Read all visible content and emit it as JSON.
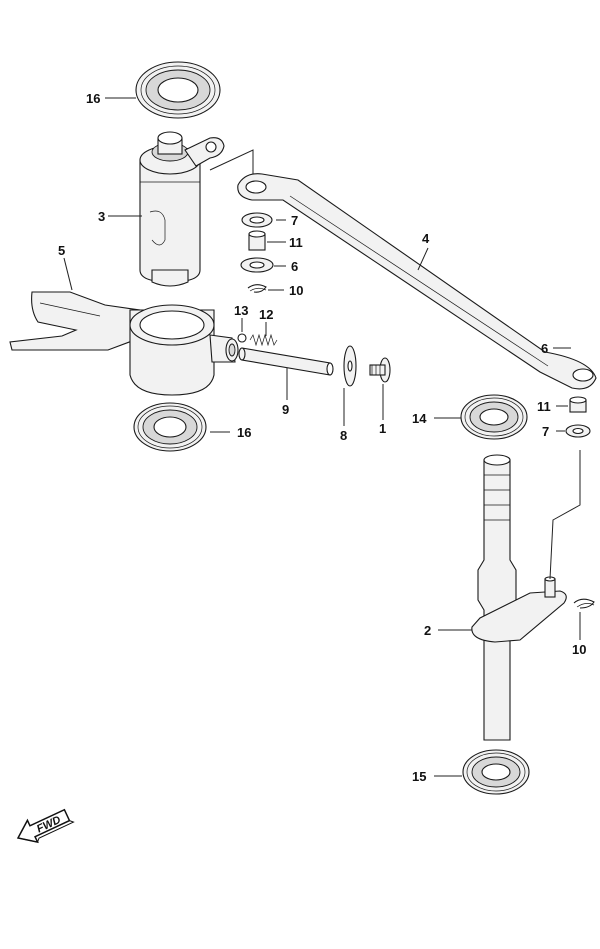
{
  "callouts": {
    "c1": "1",
    "c2": "2",
    "c3": "3",
    "c4": "4",
    "c5": "5",
    "c6a": "6",
    "c6b": "6",
    "c7a": "7",
    "c7b": "7",
    "c8": "8",
    "c9": "9",
    "c10a": "10",
    "c10b": "10",
    "c11a": "11",
    "c11b": "11",
    "c12": "12",
    "c13": "13",
    "c14": "14",
    "c15": "15",
    "c16a": "16",
    "c16b": "16"
  },
  "forward_arrow": {
    "label": "FWD",
    "icon": "forward-arrow-icon"
  }
}
